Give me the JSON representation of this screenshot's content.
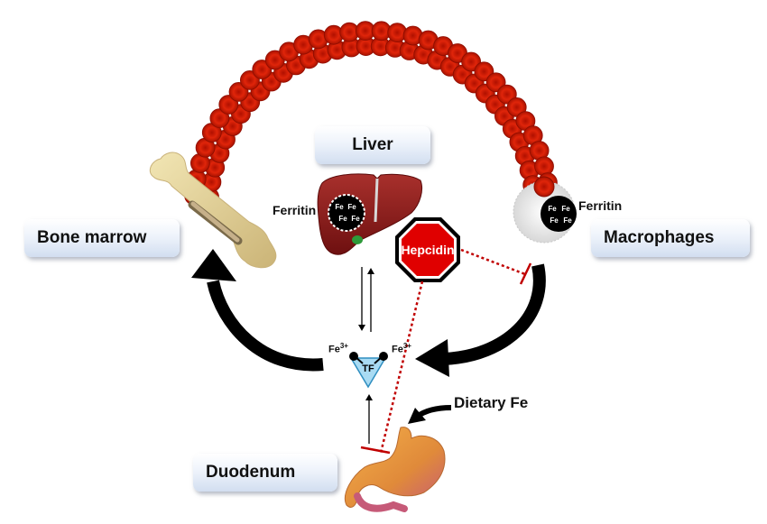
{
  "labels": {
    "liver": "Liver",
    "bone_marrow": "Bone marrow",
    "macrophages": "Macrophages",
    "duodenum": "Duodenum",
    "ferritin_liver": "Ferritin",
    "ferritin_macrophage": "Ferritin",
    "hepcidin": "Hepcidin",
    "transferrin": "TF",
    "dietary_fe": "Dietary Fe",
    "fe3_base": "Fe",
    "fe3_charge": "3+",
    "fe_symbol": "Fe"
  },
  "colors": {
    "rbc": "#d81e08",
    "rbc_dark": "#9e1200",
    "hepcidin_fill": "#e50000",
    "inhibition_line": "#c00000",
    "liver": "#8e1c1c",
    "tf_fill": "#9fd6f2",
    "arrow": "#000000",
    "label_box": "#dbe5f4"
  },
  "icons": [
    "red-blood-cell-arc",
    "bone-icon",
    "liver-icon",
    "macrophage-icon",
    "stomach-icon",
    "hepcidin-stop-sign-icon",
    "transferrin-triangle-icon"
  ]
}
